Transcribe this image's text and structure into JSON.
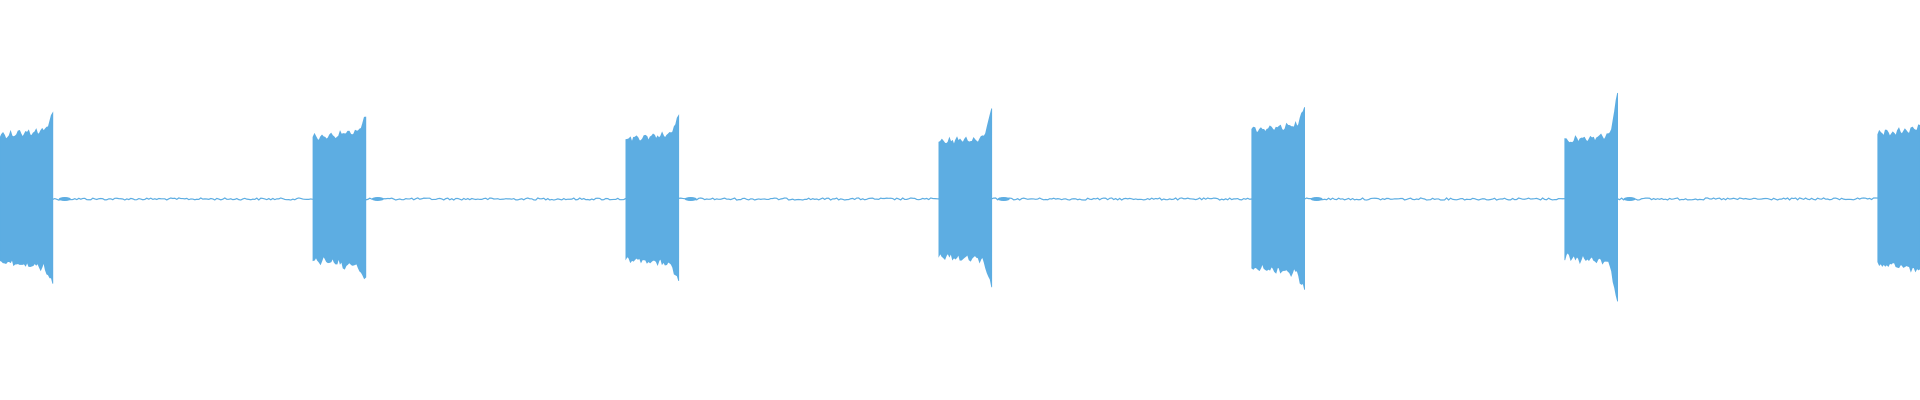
{
  "waveform": {
    "color": "#5dade2",
    "background": "#ffffff",
    "bursts": [
      {
        "start": 0.0,
        "end": 0.0275,
        "amplitude": 0.78,
        "peak": 0.96
      },
      {
        "start": 0.163,
        "end": 0.1905,
        "amplitude": 0.76,
        "peak": 0.92
      },
      {
        "start": 0.326,
        "end": 0.3535,
        "amplitude": 0.74,
        "peak": 0.94
      },
      {
        "start": 0.489,
        "end": 0.5165,
        "amplitude": 0.7,
        "peak": 1.02
      },
      {
        "start": 0.652,
        "end": 0.6795,
        "amplitude": 0.84,
        "peak": 1.04
      },
      {
        "start": 0.815,
        "end": 0.8425,
        "amplitude": 0.72,
        "peak": 1.19
      },
      {
        "start": 0.978,
        "end": 1.0,
        "amplitude": 0.8,
        "peak": 0.84
      }
    ],
    "noise_floor": 0.012
  }
}
